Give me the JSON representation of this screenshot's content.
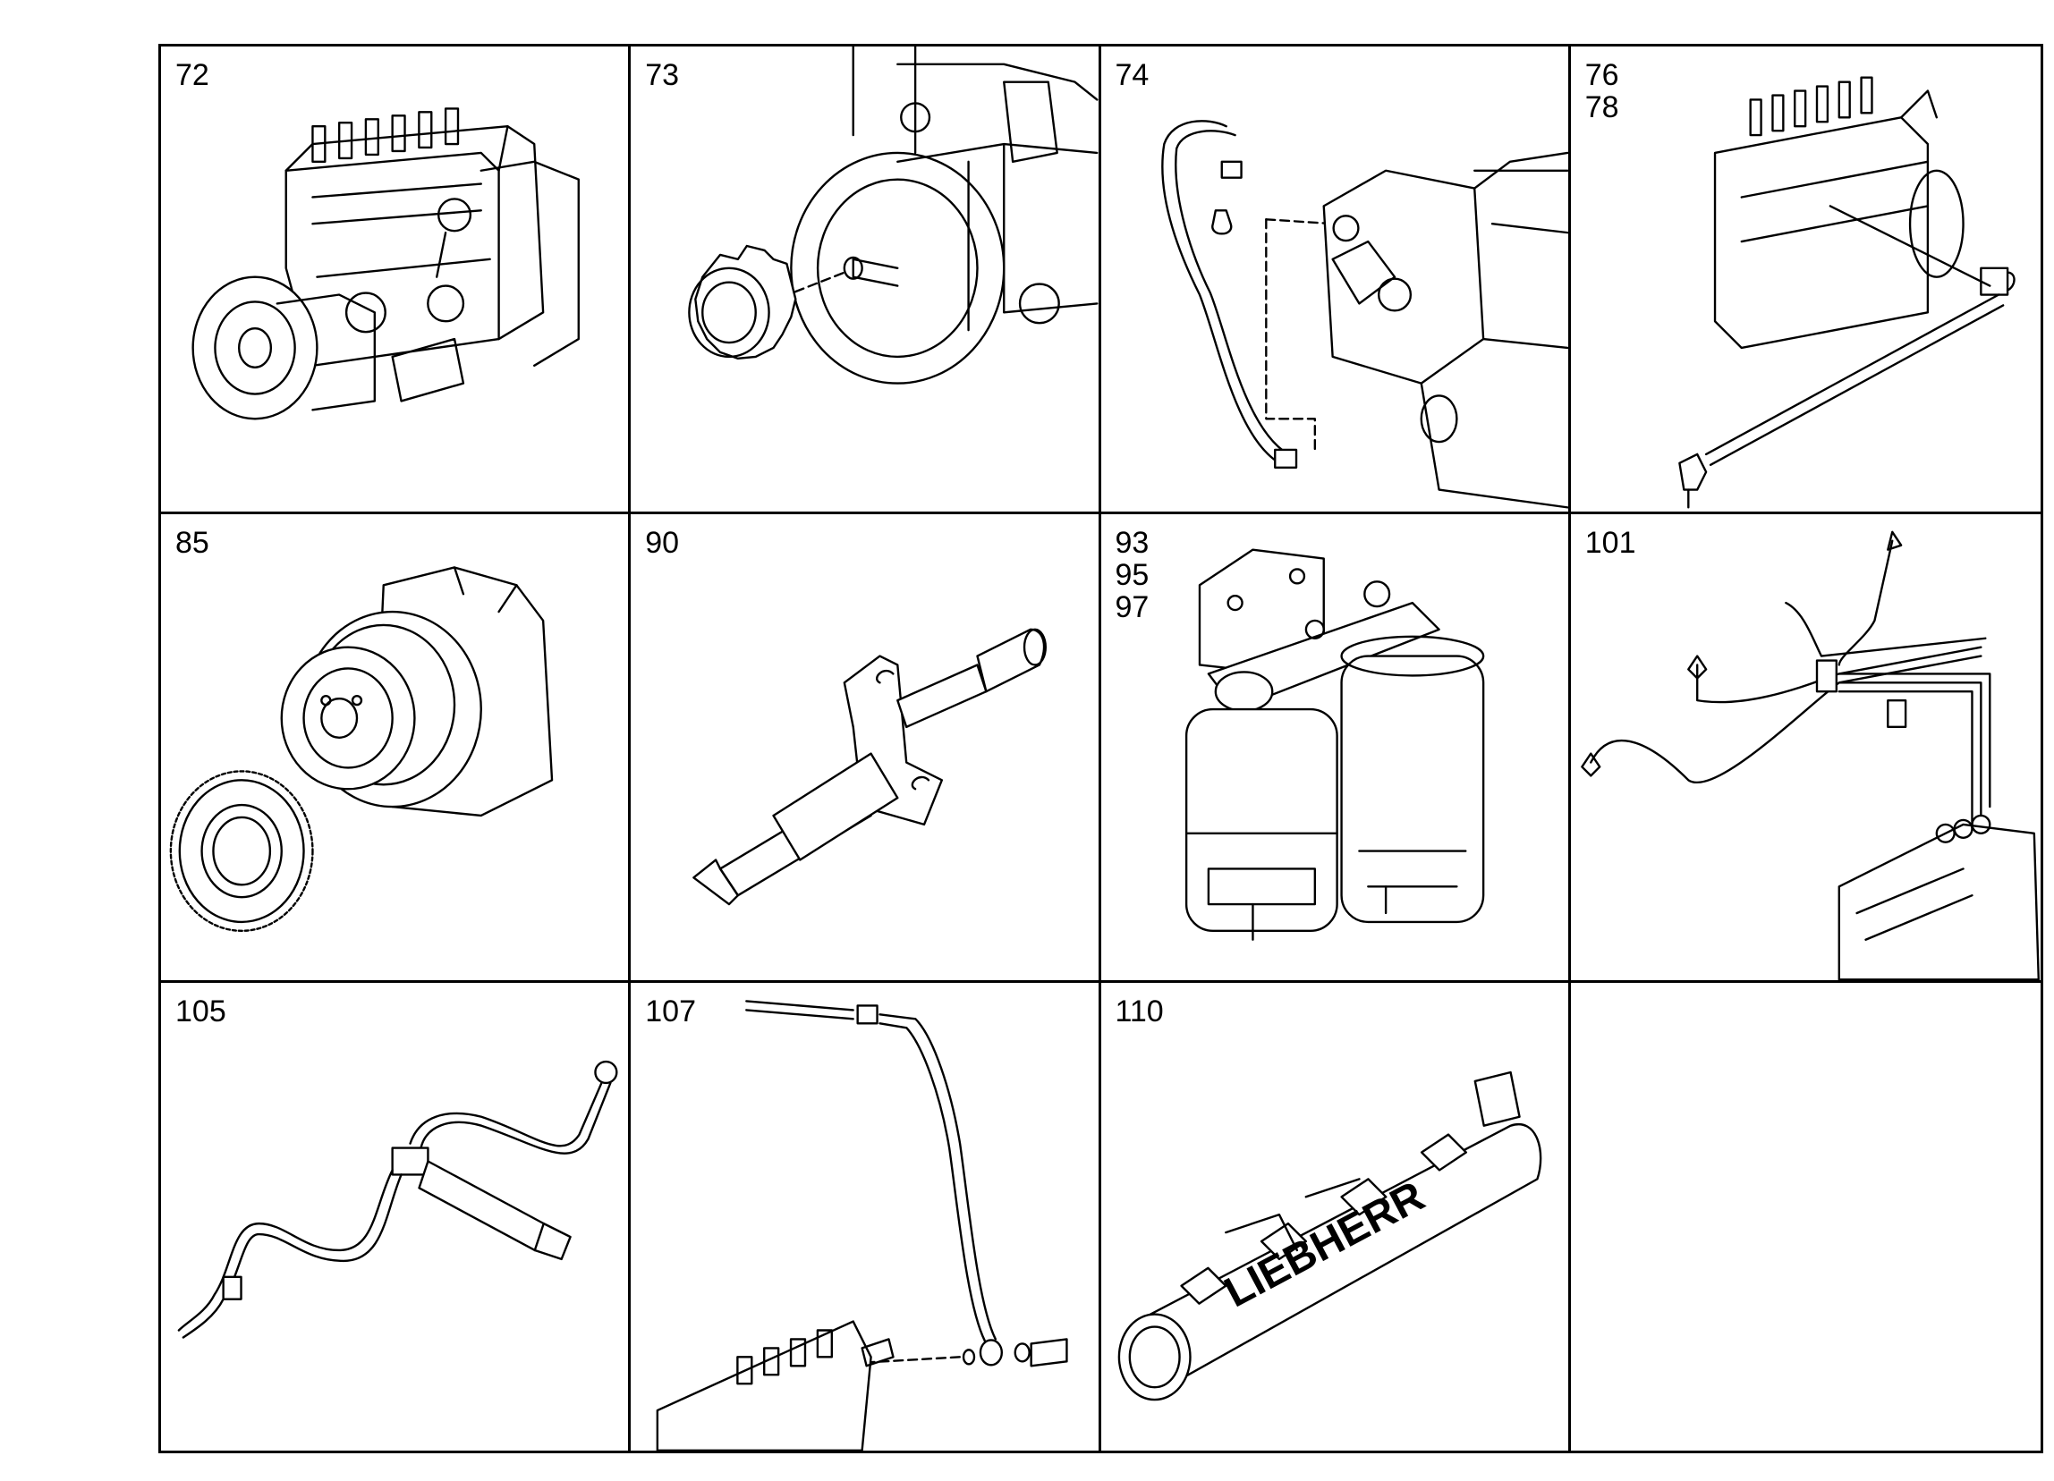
{
  "cells": [
    {
      "labels": [
        "72"
      ],
      "illustration": "injection-pump-assembly"
    },
    {
      "labels": [
        "73"
      ],
      "illustration": "pump-drive-gear"
    },
    {
      "labels": [
        "74"
      ],
      "illustration": "pump-pipe-fitting"
    },
    {
      "labels": [
        "76",
        "78"
      ],
      "illustration": "pump-with-pipe"
    },
    {
      "labels": [
        "85"
      ],
      "illustration": "timing-device-gear"
    },
    {
      "labels": [
        "90"
      ],
      "illustration": "injection-nozzle"
    },
    {
      "labels": [
        "93",
        "95",
        "97"
      ],
      "illustration": "double-fuel-filter"
    },
    {
      "labels": [
        "101"
      ],
      "illustration": "injection-lines"
    },
    {
      "labels": [
        "105"
      ],
      "illustration": "leak-oil-line-nozzle"
    },
    {
      "labels": [
        "107"
      ],
      "illustration": "return-line"
    },
    {
      "labels": [
        "110"
      ],
      "illustration": "intake-manifold",
      "brand": "LIEBHERR"
    },
    {
      "labels": [],
      "illustration": "empty"
    }
  ]
}
